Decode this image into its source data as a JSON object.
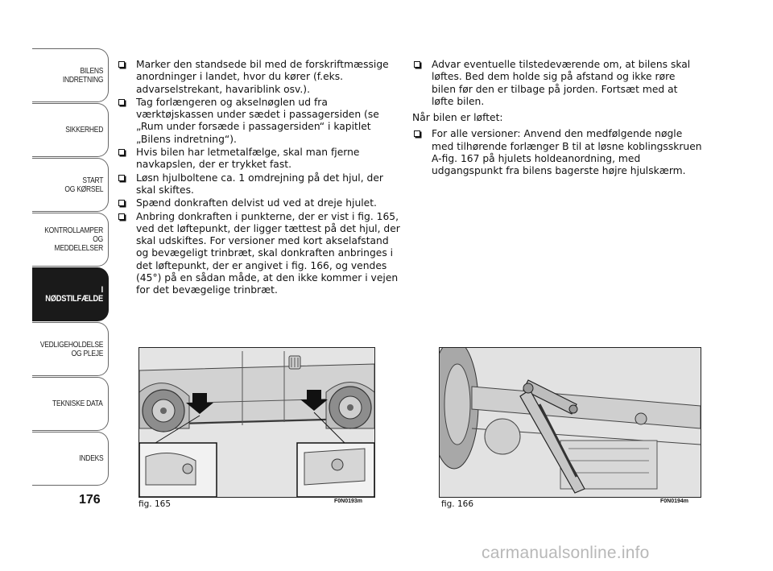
{
  "tabs": [
    {
      "label": "BILENS\nINDRETNING"
    },
    {
      "label": "SIKKERHED"
    },
    {
      "label": "START\nOG KØRSEL"
    },
    {
      "label": "KONTROLLAMPER\nOG MEDDELELSER"
    },
    {
      "label": "I NØDSTILFÆLDE"
    },
    {
      "label": "VEDLIGEHOLDELSE\nOG PLEJE"
    },
    {
      "label": "TEKNISKE DATA"
    },
    {
      "label": "INDEKS"
    }
  ],
  "page_number": "176",
  "left_column": [
    "Marker den standsede bil med de forskriftmæssige anordninger i landet, hvor du kører (f.eks. advarselstrekant, havariblink osv.).",
    "Tag forlængeren og akselnøglen ud fra værktøjskassen under sædet i passagersiden (se „Rum under forsæde i passagersiden“ i kapitlet „Bilens indretning“).",
    "Hvis bilen har letmetalfælge, skal man fjerne navkapslen, der er trykket fast.",
    "Løsn hjulboltene ca. 1 omdrejning på det hjul, der skal skiftes.",
    "Spænd donkraften delvist ud ved at dreje hjulet.",
    "Anbring donkraften i punkterne, der er vist i fig. 165, ved det løftepunkt, der ligger tættest på det hjul, der skal udskiftes. For versioner med kort akselafstand og bevægeligt trinbræt, skal donkraften anbringes i det løftepunkt, der er angivet i fig. 166, og vendes (45°) på en sådan måde, at den ikke kommer i vejen for det bevægelige trinbræt."
  ],
  "right_column": {
    "item1": "Advar eventuelle tilstedeværende om, at bilens skal løftes. Bed dem holde sig på afstand og ikke røre bilen før den er tilbage på jorden. Fortsæt med at løfte bilen.",
    "para": "Når bilen er løftet:",
    "item2": "For alle versioner: Anvend den medfølgende nøgle med tilhørende forlænger B til at løsne koblingsskruen A-fig. 167 på hjulets holdeanordning, med udgangspunkt fra bilens bagerste højre hjulskærm."
  },
  "figures": [
    {
      "caption": "fig. 165",
      "code": "F0N0193m"
    },
    {
      "caption": "fig. 166",
      "code": "F0N0194m"
    }
  ],
  "watermark": "carmanualsonline.info"
}
